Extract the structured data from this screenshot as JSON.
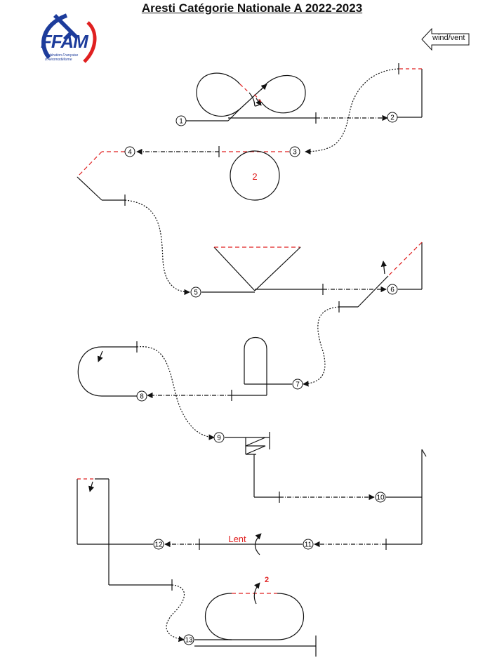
{
  "title": "Aresti Catégorie Nationale A  2022-2023",
  "logo": {
    "word": "FFAM",
    "subtitle_line1": "Fédération Française",
    "subtitle_line2": "d'Aéromodélisme"
  },
  "wind_label": "wind/vent",
  "figure_numbers": [
    "1",
    "2",
    "3",
    "4",
    "5",
    "6",
    "7",
    "8",
    "9",
    "10",
    "11",
    "12",
    "13"
  ],
  "annotations": {
    "circle_count": "2",
    "slow_label": "Lent",
    "roll_count": "2"
  },
  "colors": {
    "line": "#111111",
    "accent": "#e02020",
    "logo_blue": "#1d3c9b",
    "logo_red": "#e02020"
  }
}
